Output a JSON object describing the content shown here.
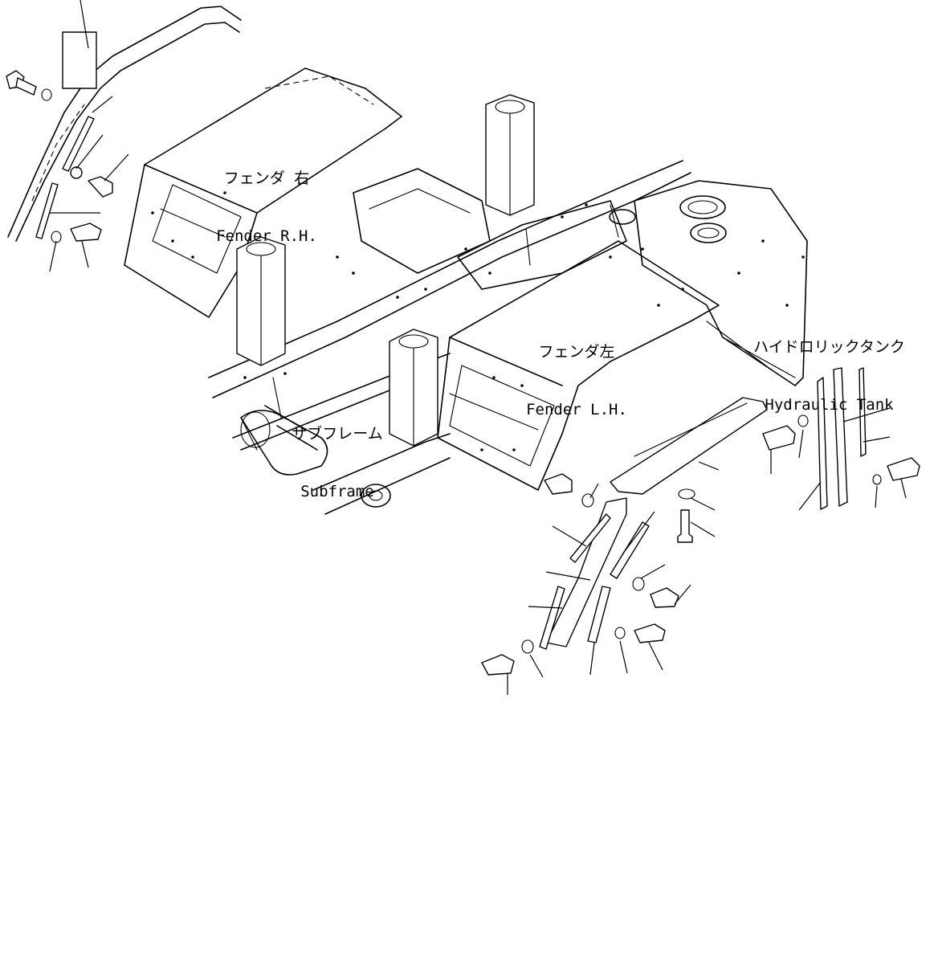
{
  "labels": {
    "fender_rh": {
      "jp": "フェンダ 右",
      "en": "Fender R.H."
    },
    "fender_lh": {
      "jp": "フェンダ左",
      "en": "Fender L.H."
    },
    "hydraulic_tank": {
      "jp": "ハイドロリックタンク",
      "en": "Hydraulic Tank"
    },
    "subframe": {
      "jp": "サブフレーム",
      "en": "Subframe"
    }
  },
  "colors": {
    "line": "#000000",
    "background": "#ffffff"
  }
}
